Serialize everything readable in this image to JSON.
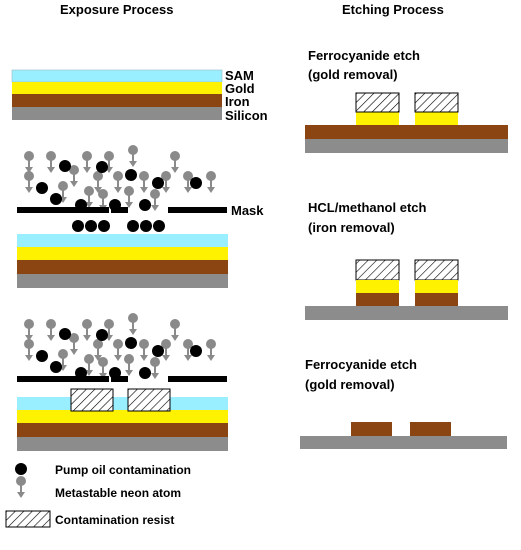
{
  "headings": {
    "exposure": "Exposure Process",
    "etching": "Etching Process"
  },
  "layers": {
    "sam": "SAM",
    "gold": "Gold",
    "iron": "Iron",
    "silicon": "Silicon"
  },
  "mask_label": "Mask",
  "etch_steps": [
    {
      "line1": "Ferrocyanide etch",
      "line2": "(gold removal)"
    },
    {
      "line1": "HCL/methanol etch",
      "line2": "(iron removal)"
    },
    {
      "line1": "Ferrocyanide etch",
      "line2": "(gold removal)"
    }
  ],
  "legend": {
    "pump_oil": "Pump oil contamination",
    "neon": "Metastable neon atom",
    "resist": "Contamination resist"
  },
  "colors": {
    "sam": "#99EEFF",
    "gold": "#FFF200",
    "iron": "#8B4513",
    "silicon": "#8C8C8C",
    "neon_atom": "#8A8A8A",
    "oil_particle": "#000000"
  }
}
